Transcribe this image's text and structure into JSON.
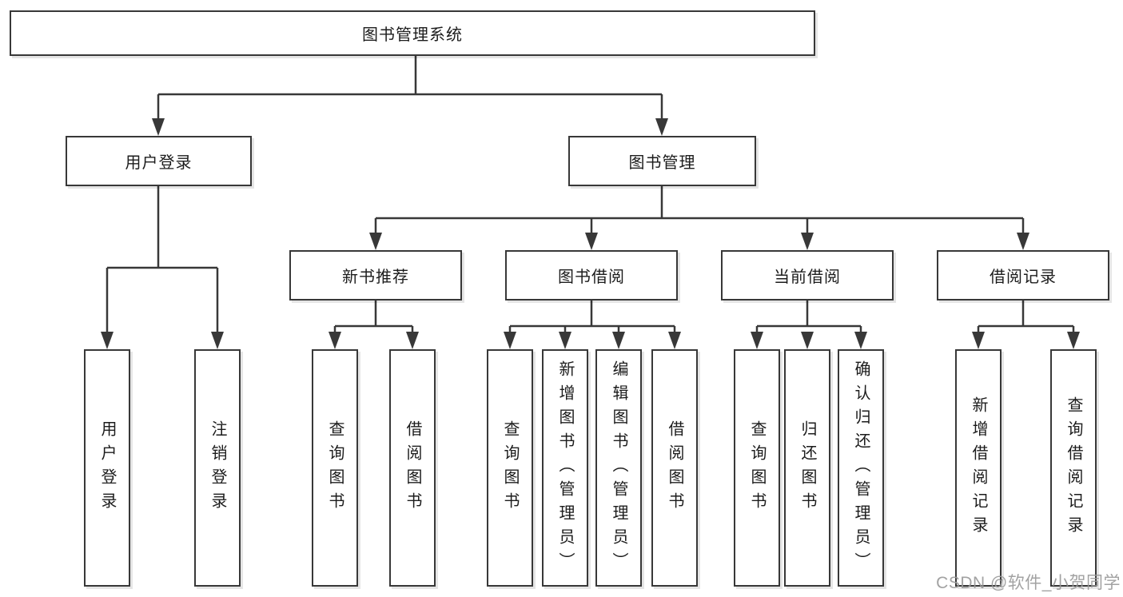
{
  "tree": {
    "label": "图书管理系统",
    "children": [
      {
        "label": "用户登录",
        "children": [
          {
            "label": "用户登录"
          },
          {
            "label": "注销登录"
          }
        ]
      },
      {
        "label": "图书管理",
        "children": [
          {
            "label": "新书推荐",
            "children": [
              {
                "label": "查询图书"
              },
              {
                "label": "借阅图书"
              }
            ]
          },
          {
            "label": "图书借阅",
            "children": [
              {
                "label": "查询图书"
              },
              {
                "label": "新增图书（管理员）"
              },
              {
                "label": "编辑图书（管理员）"
              },
              {
                "label": "借阅图书"
              }
            ]
          },
          {
            "label": "当前借阅",
            "children": [
              {
                "label": "查询图书"
              },
              {
                "label": "归还图书"
              },
              {
                "label": "确认归还（管理员）"
              }
            ]
          },
          {
            "label": "借阅记录",
            "children": [
              {
                "label": "新增借阅记录"
              },
              {
                "label": "查询借阅记录"
              }
            ]
          }
        ]
      }
    ]
  },
  "watermark": {
    "text": "CSDN @软件_小贺同学"
  },
  "colors": {
    "line": "#383838",
    "box_border": "#383838",
    "box_fill": "#ffffff",
    "text": "#1c1c1c",
    "watermark": "#9a9a9a",
    "background": "#ffffff"
  }
}
